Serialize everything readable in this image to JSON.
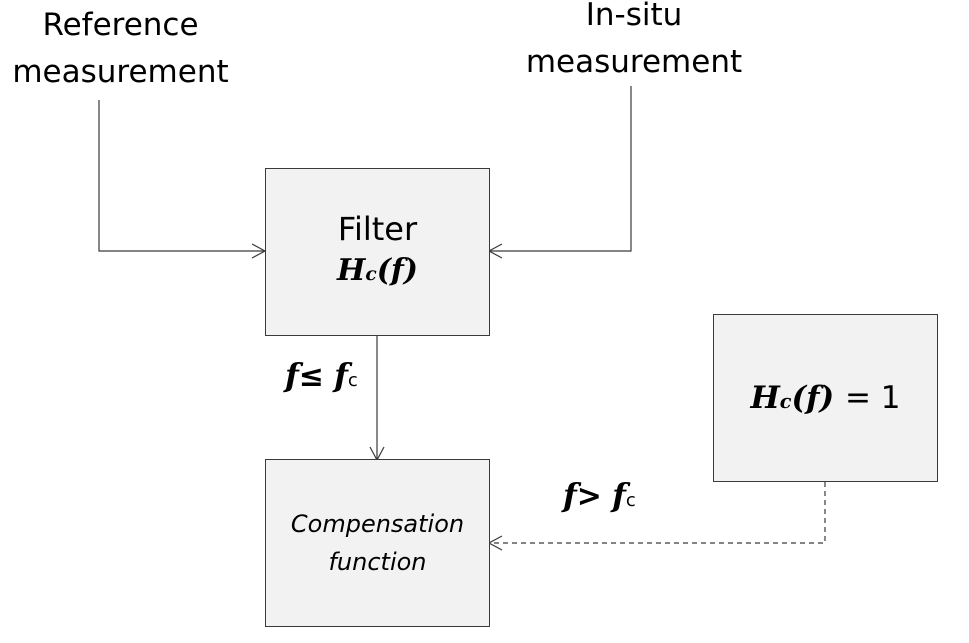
{
  "inputs": {
    "reference": [
      "Reference",
      "measurement"
    ],
    "insitu": [
      "In-situ",
      "measurement"
    ]
  },
  "filter_box": {
    "title": "Filter",
    "transfer_main": "H",
    "transfer_sub": "c",
    "transfer_arg": "(f)"
  },
  "unity_box": {
    "main": "H",
    "sub": "c",
    "arg": "(f)",
    "rhs": "= 1"
  },
  "compensation_box": {
    "line1": "Compensation",
    "line2": "function"
  },
  "conditions": {
    "low": {
      "var": "f",
      "op": "≤",
      "ref": "f",
      "sub": "c"
    },
    "high": {
      "var": "f",
      "op": ">",
      "ref": "f",
      "sub": "c"
    }
  },
  "colors": {
    "box_fill": "#f2f2f2",
    "line": "#3a3a3a"
  }
}
